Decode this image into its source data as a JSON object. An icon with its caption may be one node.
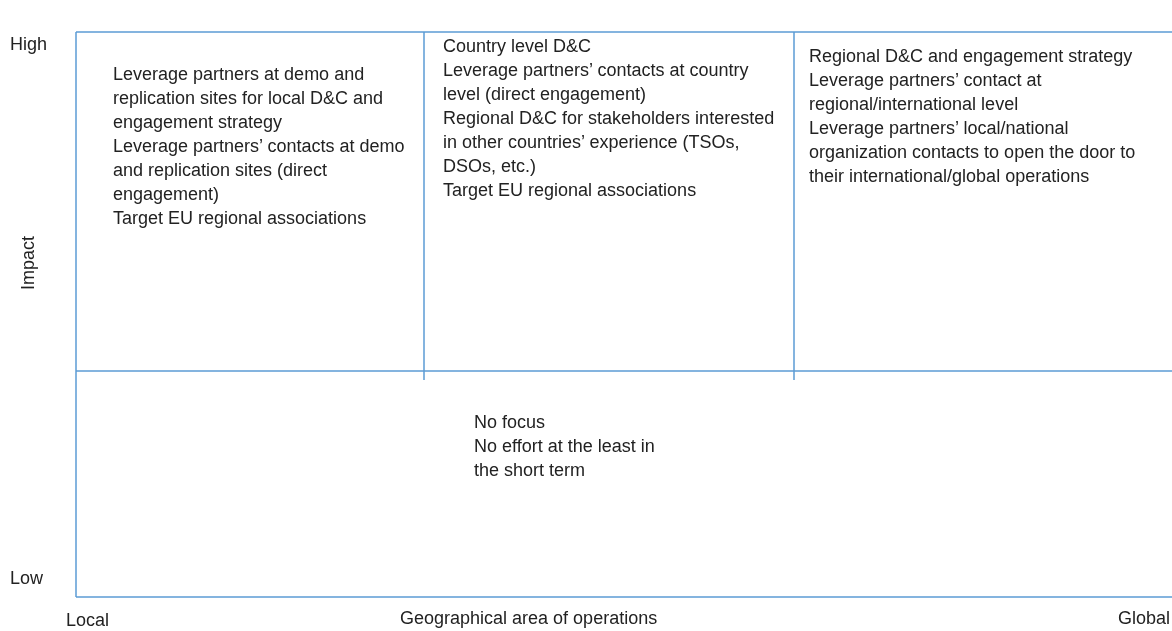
{
  "diagram": {
    "nodes": [
      {
        "text": [
          "Leverage partners at demo and replication sites for local D&C and engagement strategy",
          "Leverage partners’ contacts at demo and replication sites (direct engagement)",
          "Target EU regional associations"
        ]
      },
      {
        "text": [
          "Country level D&C",
          "Leverage partners’ contacts at country level (direct engagement)",
          "Regional D&C for stakeholders interested in other countries’ experience (TSOs, DSOs, etc.)",
          "Target EU regional associations"
        ]
      },
      {
        "text": [
          "Regional D&C and engagement strategy",
          "Leverage partners’ contact at regional/international level",
          "Leverage partners’ local/national organization contacts to open the door to their international/global operations"
        ]
      },
      {
        "text": [
          "No focus",
          "No effort at the least in the short term"
        ]
      }
    ],
    "labels": [
      "High",
      "Impact",
      "Low",
      "Local",
      "Geographical area of operations",
      "Global"
    ]
  }
}
